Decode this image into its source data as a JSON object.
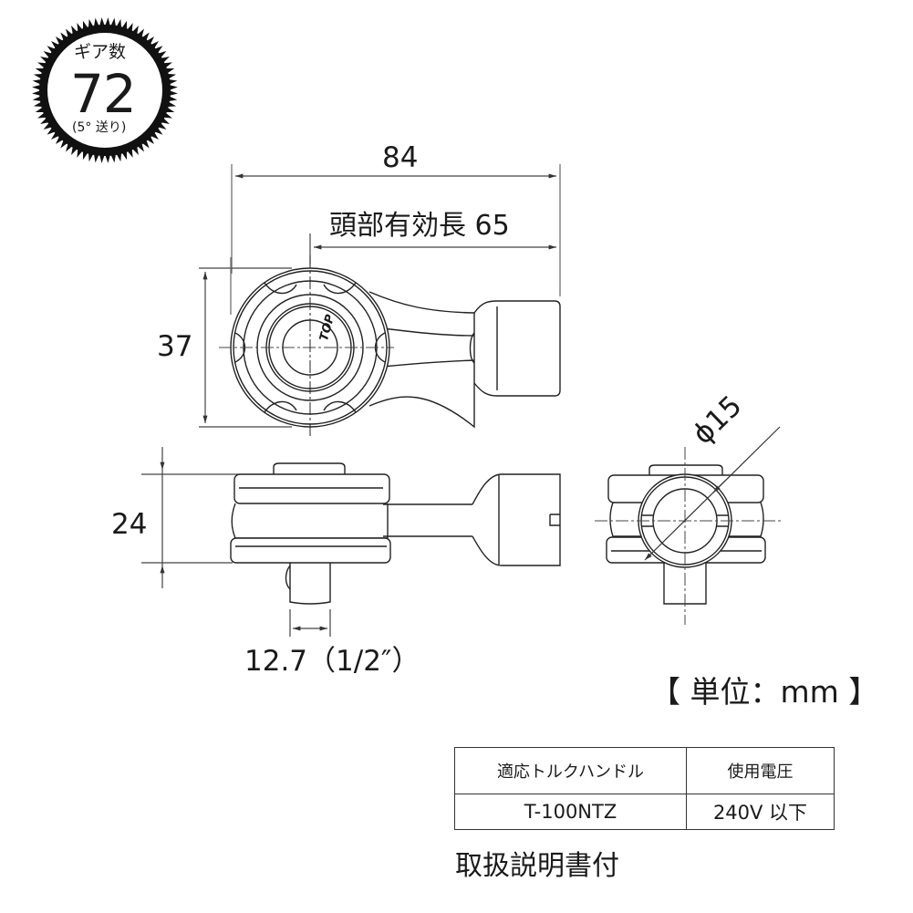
{
  "gear_badge": {
    "title": "ギア数",
    "count": "72",
    "note": "(5° 送り)"
  },
  "dimensions": {
    "overall_length": "84",
    "head_effective_length": "頭部有効長 65",
    "head_width": "37",
    "head_height": "24",
    "drive_size": "12.7（1/2″）",
    "socket_diameter": "ϕ15"
  },
  "logo": {
    "text": "TOP"
  },
  "unit_label": "【 単位：mm 】",
  "spec_table": {
    "headers": [
      "適応トルクハンドル",
      "使用電圧"
    ],
    "rows": [
      [
        "T-100NTZ",
        "240V 以下"
      ]
    ]
  },
  "footer_note": "取扱説明書付",
  "colors": {
    "line": "#1a1a1a",
    "dim_line": "#555555",
    "background": "#ffffff"
  }
}
